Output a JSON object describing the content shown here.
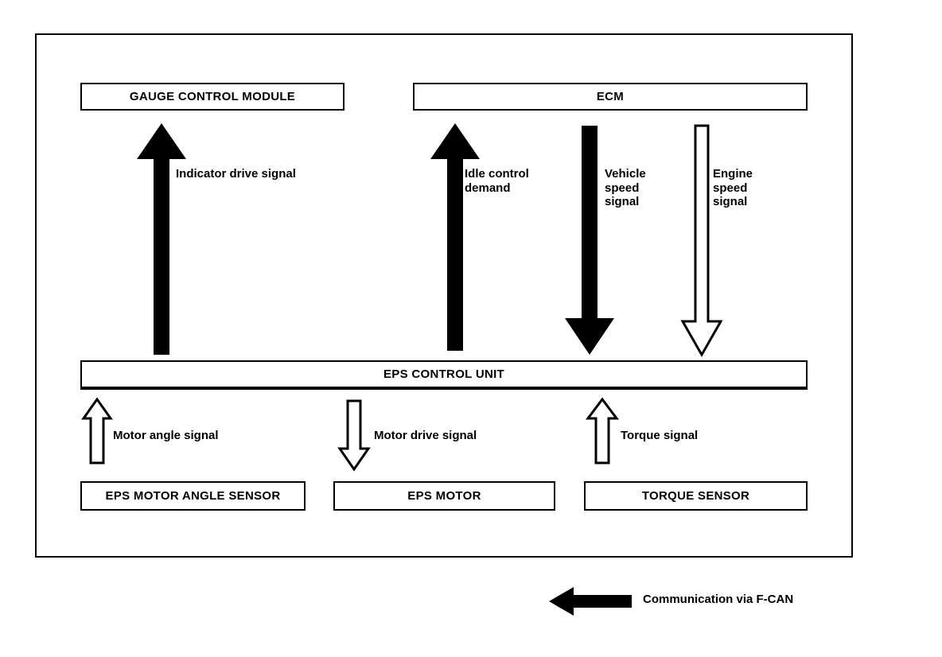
{
  "diagram": {
    "title_boxes": {
      "gauge_control_module": "GAUGE CONTROL MODULE",
      "ecm": "ECM",
      "eps_control_unit": "EPS CONTROL UNIT",
      "eps_motor_angle_sensor": "EPS MOTOR ANGLE SENSOR",
      "eps_motor": "EPS MOTOR",
      "torque_sensor": "TORQUE SENSOR"
    },
    "signals": {
      "indicator_drive": "Indicator drive signal",
      "idle_control": "Idle control\ndemand",
      "vehicle_speed": "Vehicle\nspeed\nsignal",
      "engine_speed": "Engine\nspeed\nsignal",
      "motor_angle": "Motor angle signal",
      "motor_drive": "Motor drive signal",
      "torque": "Torque signal"
    },
    "legend": {
      "communication": "Communication via F-CAN"
    },
    "colors": {
      "filled_arrow": "#000000",
      "hollow_arrow_fill": "#ffffff",
      "stroke": "#000000",
      "background": "#ffffff"
    }
  }
}
